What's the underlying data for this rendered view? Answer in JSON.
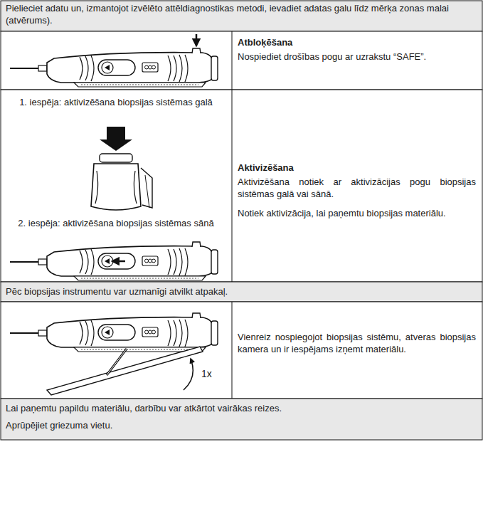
{
  "diagram": {
    "labels": [
      "Pielieciet adatu un, izmantojot izvēlēto attēldiagnostikas metodi, ievadiet adatas galu līdz mērķa zonas malai (atvērums).",
      "Atbloķēšana",
      "Nospiediet drošības pogu ar uzrakstu “SAFE”.",
      "1. iespēja: aktivizēšana biopsijas sistēmas galā",
      "2. iespēja: aktivizēšana biopsijas sistēmas sānā",
      "Aktivizēšana",
      "Aktivizēšana notiek ar aktivizācijas pogu biopsijas sistēmas galā vai sānā.",
      "Notiek aktivizācija, lai paņemtu biopsijas materiālu.",
      "Pēc biopsijas instrumentu var uzmanīgi atvilkt atpakaļ.",
      "1x",
      "Vienreiz nospiegojot biopsijas sistēmu, atveras biopsijas kamera un ir iespējams izņemt materiālu.",
      "Lai paņemtu papildu materiālu, darbību var atkārtot vairākas reizes.",
      "Aprūpējiet griezuma vietu."
    ]
  }
}
